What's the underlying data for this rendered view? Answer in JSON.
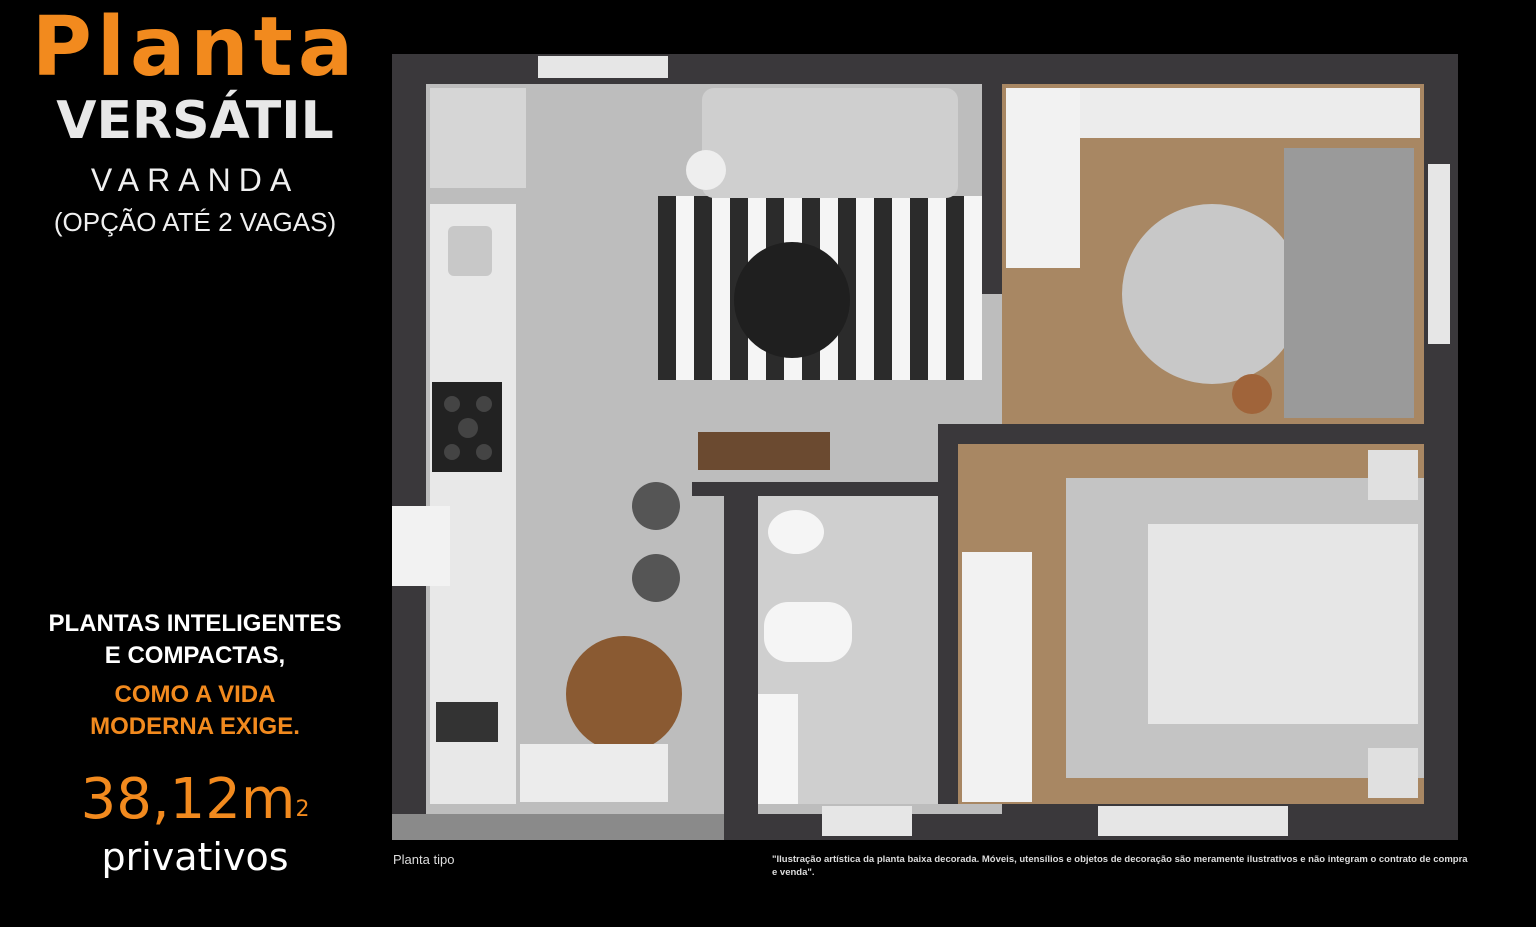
{
  "heading": {
    "line1": "Planta",
    "line2": "VERSÁTIL",
    "line3": "VARANDA",
    "line4": "(OPÇÃO ATÉ 2 VAGAS)"
  },
  "tagline": {
    "line1": "PLANTAS INTELIGENTES",
    "line2": "E COMPACTAS,",
    "line3": "COMO A VIDA",
    "line4": "MODERNA EXIGE."
  },
  "area": {
    "value": "38,12m",
    "superscript": "2",
    "label": "privativos"
  },
  "floorplan": {
    "caption": "Planta tipo",
    "disclaimer": "\"Ilustração artística da planta baixa decorada. Móveis, utensílios e objetos de decoração são meramente ilustrativos e não integram o contrato de compra e venda\"."
  },
  "colors": {
    "accent": "#f28a1e",
    "wall": "#3a383b",
    "floor": "#bdbdbd",
    "wood": "#a88763",
    "background": "#000000"
  }
}
